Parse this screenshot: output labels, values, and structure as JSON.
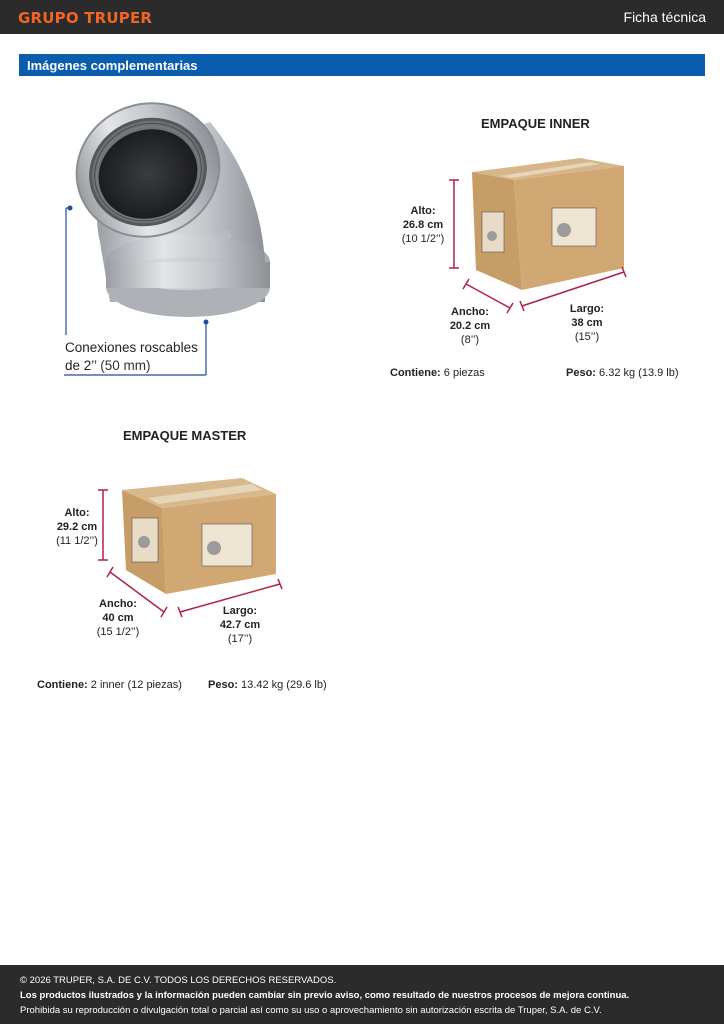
{
  "header": {
    "brand": "GRUPO TRUPER",
    "doc_type": "Ficha técnica"
  },
  "section": {
    "title": "Imágenes complementarias"
  },
  "product": {
    "callout_line1": "Conexiones roscables",
    "callout_line2_bold": "de 2’’",
    "callout_line2_rest": "(50 mm)"
  },
  "inner": {
    "title": "EMPAQUE INNER",
    "alto_label": "Alto:",
    "alto_value": "26.8 cm",
    "alto_inch": "(10 1/2’’)",
    "ancho_label": "Ancho:",
    "ancho_value": "20.2 cm",
    "ancho_inch": "(8’’)",
    "largo_label": "Largo:",
    "largo_value": "38 cm",
    "largo_inch": "(15’’)",
    "contiene_label": "Contiene:",
    "contiene_value": "6 piezas",
    "peso_label": "Peso:",
    "peso_value": "6.32 kg (13.9 lb)"
  },
  "master": {
    "title": "EMPAQUE MASTER",
    "alto_label": "Alto:",
    "alto_value": "29.2 cm",
    "alto_inch": "(11 1/2’’)",
    "ancho_label": "Ancho:",
    "ancho_value": "40 cm",
    "ancho_inch": "(15 1/2’’)",
    "largo_label": "Largo:",
    "largo_value": "42.7 cm",
    "largo_inch": "(17’’)",
    "contiene_label": "Contiene:",
    "contiene_value": "2 inner (12 piezas)",
    "peso_label": "Peso:",
    "peso_value": "13.42 kg (29.6 lb)"
  },
  "footer": {
    "copyright": "© 2026 TRUPER, S.A. DE C.V. TODOS LOS DERECHOS RESERVADOS.",
    "notice": "Los productos ilustrados y la información pueden cambiar sin previo aviso, como resultado de nuestros procesos de mejora continua.",
    "prohibition": "Prohibida su reproducción o divulgación total o parcial así como su uso o aprovechamiento sin autorización escrita de Truper, S.A. de C.V."
  },
  "colors": {
    "accent_orange": "#f26522",
    "section_blue": "#0a5cad",
    "dimension_red": "#b0214a",
    "callout_blue": "#1f4e9a"
  }
}
